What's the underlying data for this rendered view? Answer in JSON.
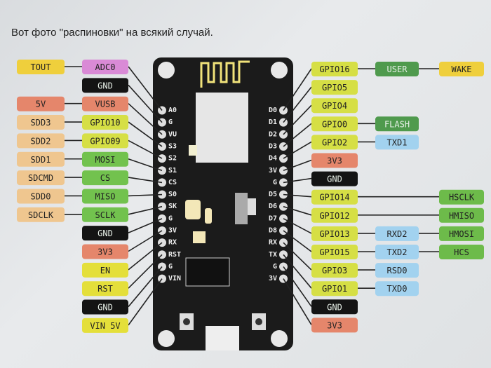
{
  "caption": "Вот фото \"распиновки\" на всякий случай.",
  "colors": {
    "analog": "#d98ad6",
    "ground": "#141414",
    "power": "#e5866b",
    "sd": "#efc68f",
    "gpio": "#d6df45",
    "spi": "#72c24e",
    "special": "#4f9a4d",
    "wake": "#efcf3c",
    "uart": "#a2d2ef",
    "control": "#e4df3a",
    "hspi": "#6dbb4a",
    "board": "#1b1b1b"
  },
  "board": {
    "left_pins": [
      "A0",
      "G",
      "VU",
      "S3",
      "S2",
      "S1",
      "CS",
      "S0",
      "SK",
      "G",
      "3V",
      "RX",
      "RST",
      "G",
      "VIN"
    ],
    "right_pins": [
      "D0",
      "D1",
      "D2",
      "D3",
      "D4",
      "3V",
      "G",
      "D5",
      "D6",
      "D7",
      "D8",
      "RX",
      "TX",
      "G",
      "3V"
    ],
    "buttons": [
      "RST",
      "FLASH"
    ]
  },
  "left": [
    {
      "func": {
        "text": "ADC0",
        "type": "analog"
      },
      "alt": {
        "text": "TOUT",
        "type": "wake"
      }
    },
    {
      "func": {
        "text": "GND",
        "type": "ground"
      },
      "alt": null
    },
    {
      "func": {
        "text": "VUSB",
        "type": "power"
      },
      "alt": {
        "text": "5V",
        "type": "power"
      }
    },
    {
      "func": {
        "text": "GPIO10",
        "type": "gpio"
      },
      "alt": {
        "text": "SDD3",
        "type": "sd"
      }
    },
    {
      "func": {
        "text": "GPIO09",
        "type": "gpio"
      },
      "alt": {
        "text": "SDD2",
        "type": "sd"
      }
    },
    {
      "func": {
        "text": "MOSI",
        "type": "spi"
      },
      "alt": {
        "text": "SDD1",
        "type": "sd"
      }
    },
    {
      "func": {
        "text": "CS",
        "type": "spi"
      },
      "alt": {
        "text": "SDCMD",
        "type": "sd"
      }
    },
    {
      "func": {
        "text": "MISO",
        "type": "spi"
      },
      "alt": {
        "text": "SDD0",
        "type": "sd"
      }
    },
    {
      "func": {
        "text": "SCLK",
        "type": "spi"
      },
      "alt": {
        "text": "SDCLK",
        "type": "sd"
      }
    },
    {
      "func": {
        "text": "GND",
        "type": "ground"
      },
      "alt": null
    },
    {
      "func": {
        "text": "3V3",
        "type": "power"
      },
      "alt": null
    },
    {
      "func": {
        "text": "EN",
        "type": "control"
      },
      "alt": null
    },
    {
      "func": {
        "text": "RST",
        "type": "control"
      },
      "alt": null
    },
    {
      "func": {
        "text": "GND",
        "type": "ground"
      },
      "alt": null
    },
    {
      "func": {
        "text": "VIN 5V",
        "type": "control"
      },
      "alt": null
    }
  ],
  "right": [
    {
      "gpio": {
        "text": "GPIO16",
        "type": "gpio"
      },
      "f1": {
        "text": "USER",
        "type": "special"
      },
      "f2": {
        "text": "WAKE",
        "type": "wake"
      }
    },
    {
      "gpio": {
        "text": "GPIO5",
        "type": "gpio"
      },
      "f1": null,
      "f2": null
    },
    {
      "gpio": {
        "text": "GPIO4",
        "type": "gpio"
      },
      "f1": null,
      "f2": null
    },
    {
      "gpio": {
        "text": "GPIO0",
        "type": "gpio"
      },
      "f1": {
        "text": "FLASH",
        "type": "special"
      },
      "f2": null
    },
    {
      "gpio": {
        "text": "GPIO2",
        "type": "gpio"
      },
      "f1": {
        "text": "TXD1",
        "type": "uart"
      },
      "f2": null
    },
    {
      "gpio": {
        "text": "3V3",
        "type": "power"
      },
      "f1": null,
      "f2": null
    },
    {
      "gpio": {
        "text": "GND",
        "type": "ground"
      },
      "f1": null,
      "f2": null
    },
    {
      "gpio": {
        "text": "GPIO14",
        "type": "gpio"
      },
      "f1": null,
      "f2": {
        "text": "HSCLK",
        "type": "hspi"
      }
    },
    {
      "gpio": {
        "text": "GPIO12",
        "type": "gpio"
      },
      "f1": null,
      "f2": {
        "text": "HMISO",
        "type": "hspi"
      }
    },
    {
      "gpio": {
        "text": "GPIO13",
        "type": "gpio"
      },
      "f1": {
        "text": "RXD2",
        "type": "uart"
      },
      "f2": {
        "text": "HMOSI",
        "type": "hspi"
      }
    },
    {
      "gpio": {
        "text": "GPIO15",
        "type": "gpio"
      },
      "f1": {
        "text": "TXD2",
        "type": "uart"
      },
      "f2": {
        "text": "HCS",
        "type": "hspi"
      }
    },
    {
      "gpio": {
        "text": "GPIO3",
        "type": "gpio"
      },
      "f1": {
        "text": "RSD0",
        "type": "uart"
      },
      "f2": null
    },
    {
      "gpio": {
        "text": "GPIO1",
        "type": "gpio"
      },
      "f1": {
        "text": "TXD0",
        "type": "uart"
      },
      "f2": null
    },
    {
      "gpio": {
        "text": "GND",
        "type": "ground"
      },
      "f1": null,
      "f2": null
    },
    {
      "gpio": {
        "text": "3V3",
        "type": "power"
      },
      "f1": null,
      "f2": null
    }
  ]
}
